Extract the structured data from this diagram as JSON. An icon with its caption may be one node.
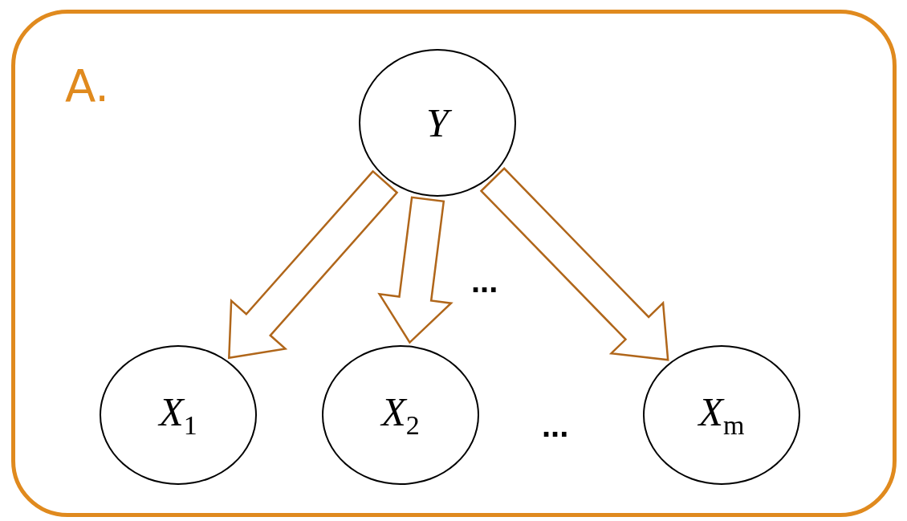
{
  "diagram": {
    "nodes": [
      {
        "text": [
          "A."
        ]
      },
      {
        "text": [
          "Y"
        ],
        "in": 0
      },
      {
        "text": [
          "X$_{1}$"
        ],
        "in": 0
      },
      {
        "text": [
          "X$_{2}$"
        ],
        "in": 0
      },
      {
        "text": [
          "X$_{m}$"
        ],
        "in": 0
      }
    ],
    "edges": [
      {
        "from": 1,
        "to": 2,
        "arrow": "to"
      },
      {
        "from": 1,
        "to": 3,
        "arrow": "to"
      },
      {
        "from": 1,
        "to": 4,
        "arrow": "to"
      }
    ],
    "labels": [
      "...",
      "..."
    ]
  }
}
